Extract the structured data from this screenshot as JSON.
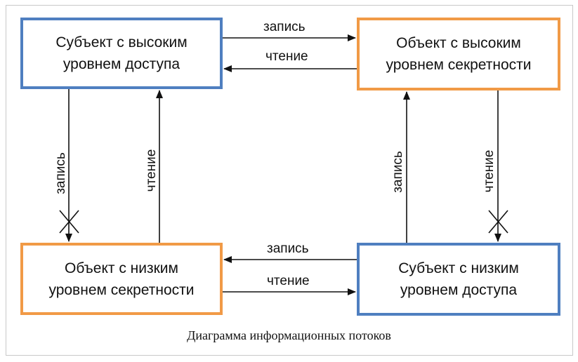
{
  "nodes": {
    "subject_high": {
      "line1": "Субъект с высоким",
      "line2": "уровнем доступа"
    },
    "object_high": {
      "line1": "Объект с высоким",
      "line2": "уровнем секретности"
    },
    "object_low": {
      "line1": "Объект с низким",
      "line2": "уровнем секретности"
    },
    "subject_low": {
      "line1": "Субъект с низким",
      "line2": "уровнем доступа"
    }
  },
  "edges": {
    "top_write": "запись",
    "top_read": "чтение",
    "left_write": "запись",
    "left_read": "чтение",
    "right_write": "запись",
    "right_read": "чтение",
    "bottom_write": "запись",
    "bottom_read": "чтение"
  },
  "colors": {
    "subject_border": "#4f7fc0",
    "object_border": "#f19a46"
  },
  "caption": "Диаграмма информационных потоков"
}
